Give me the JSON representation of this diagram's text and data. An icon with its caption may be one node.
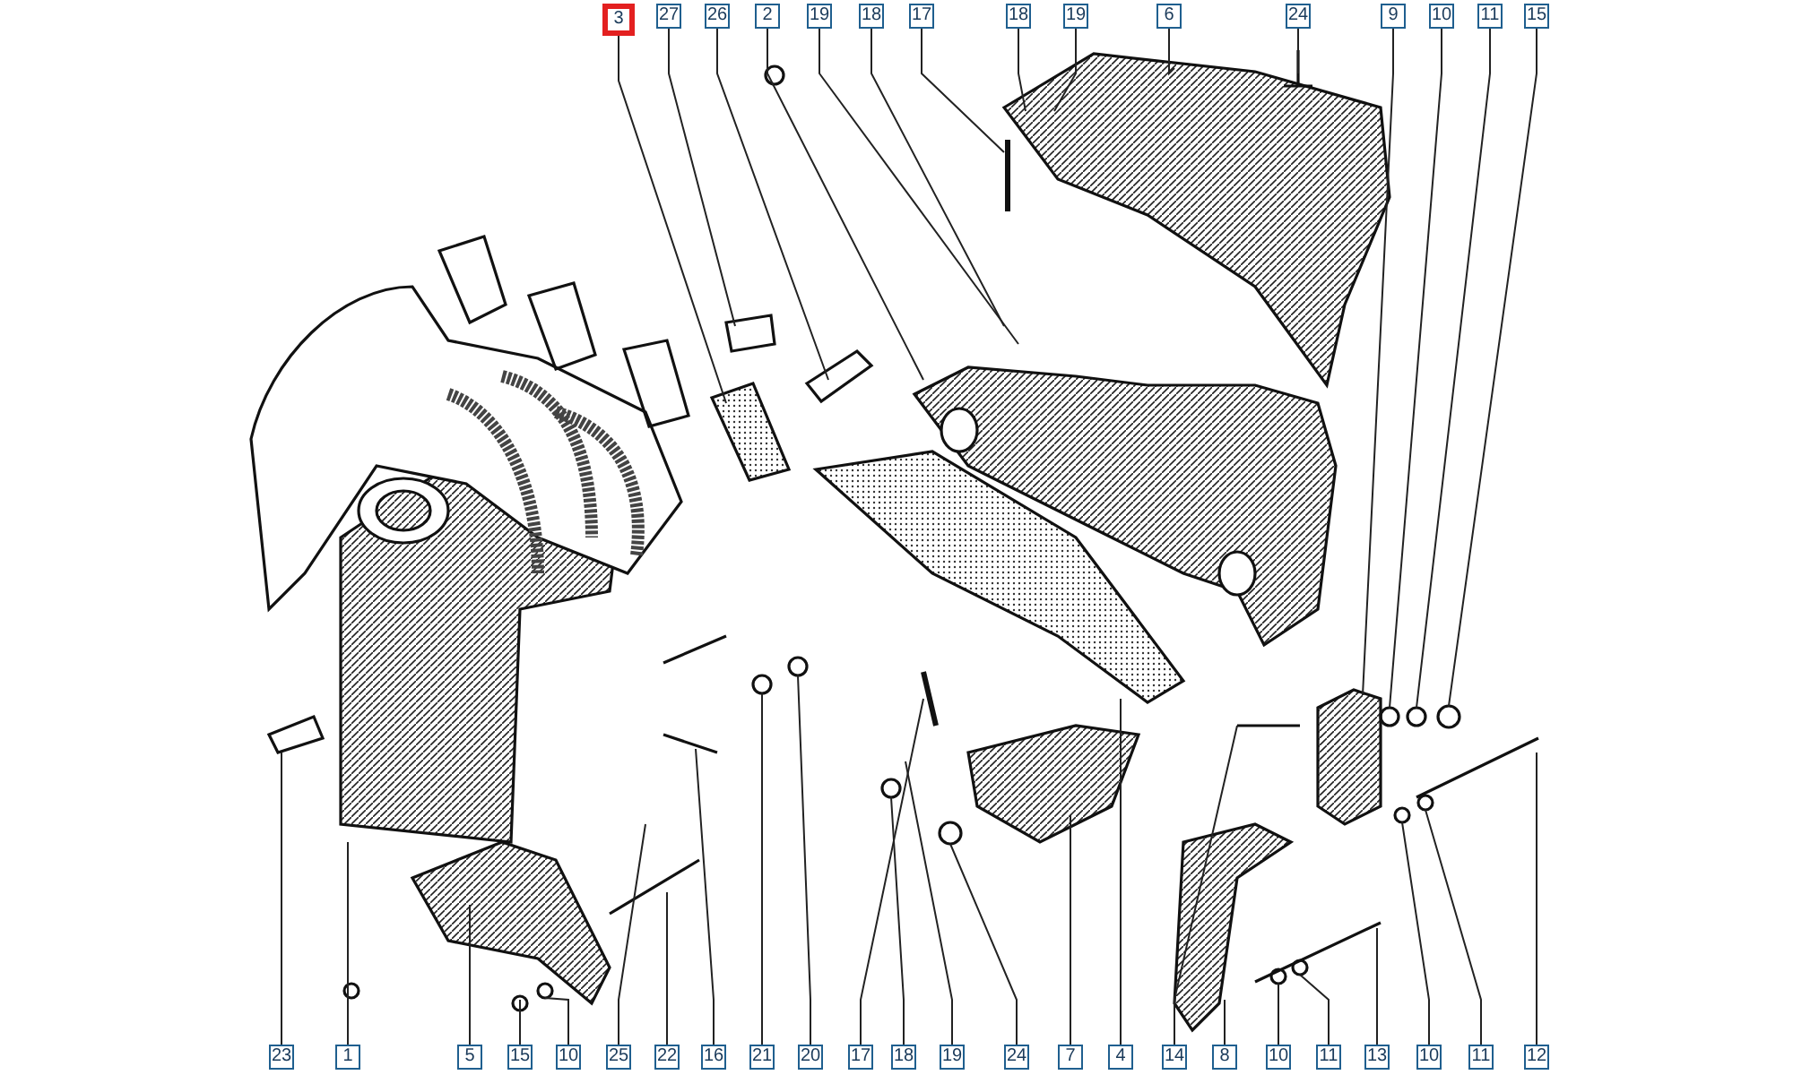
{
  "diagram": {
    "nodes": [
      {
        "text": [
          "3"
        ]
      },
      {
        "text": [
          "27"
        ]
      },
      {
        "text": [
          "26"
        ]
      },
      {
        "text": [
          "2"
        ]
      },
      {
        "text": [
          "19"
        ]
      },
      {
        "text": [
          "18"
        ]
      },
      {
        "text": [
          "17"
        ]
      },
      {
        "text": [
          "18"
        ]
      },
      {
        "text": [
          "19"
        ]
      },
      {
        "text": [
          "6"
        ]
      },
      {
        "text": [
          "24"
        ]
      },
      {
        "text": [
          "9"
        ]
      },
      {
        "text": [
          "10"
        ]
      },
      {
        "text": [
          "11"
        ]
      },
      {
        "text": [
          "15"
        ]
      },
      {
        "text": [
          "23"
        ]
      },
      {
        "text": [
          "1"
        ]
      },
      {
        "text": [
          "5"
        ]
      },
      {
        "text": [
          "15"
        ]
      },
      {
        "text": [
          "10"
        ]
      },
      {
        "text": [
          "25"
        ]
      },
      {
        "text": [
          "22"
        ]
      },
      {
        "text": [
          "16"
        ]
      },
      {
        "text": [
          "21"
        ]
      },
      {
        "text": [
          "20"
        ]
      },
      {
        "text": [
          "17"
        ]
      },
      {
        "text": [
          "18"
        ]
      },
      {
        "text": [
          "19"
        ]
      },
      {
        "text": [
          "24"
        ]
      },
      {
        "text": [
          "7"
        ]
      },
      {
        "text": [
          "4"
        ]
      },
      {
        "text": [
          "14"
        ]
      },
      {
        "text": [
          "8"
        ]
      },
      {
        "text": [
          "10"
        ]
      },
      {
        "text": [
          "11"
        ]
      },
      {
        "text": [
          "13"
        ]
      },
      {
        "text": [
          "10"
        ]
      },
      {
        "text": [
          "11"
        ]
      },
      {
        "text": [
          "12"
        ]
      }
    ],
    "edges": [
      {
        "from": 0,
        "to": null,
        "arrow": "none"
      },
      {
        "from": 1,
        "to": null,
        "arrow": "none"
      },
      {
        "from": 2,
        "to": null,
        "arrow": "none"
      },
      {
        "from": 3,
        "to": null,
        "arrow": "none"
      },
      {
        "from": 4,
        "to": null,
        "arrow": "none"
      },
      {
        "from": 5,
        "to": null,
        "arrow": "none"
      },
      {
        "from": 6,
        "to": null,
        "arrow": "none"
      },
      {
        "from": 7,
        "to": null,
        "arrow": "none"
      },
      {
        "from": 8,
        "to": null,
        "arrow": "none"
      },
      {
        "from": 9,
        "to": null,
        "arrow": "none"
      },
      {
        "from": 10,
        "to": null,
        "arrow": "none"
      },
      {
        "from": 11,
        "to": null,
        "arrow": "none"
      },
      {
        "from": 12,
        "to": null,
        "arrow": "none"
      },
      {
        "from": 13,
        "to": null,
        "arrow": "none"
      },
      {
        "from": 14,
        "to": null,
        "arrow": "none"
      },
      {
        "from": 15,
        "to": null,
        "arrow": "none"
      },
      {
        "from": 16,
        "to": null,
        "arrow": "none"
      },
      {
        "from": 17,
        "to": null,
        "arrow": "none"
      },
      {
        "from": 18,
        "to": null,
        "arrow": "none"
      },
      {
        "from": 19,
        "to": null,
        "arrow": "none"
      },
      {
        "from": 20,
        "to": null,
        "arrow": "none"
      },
      {
        "from": 21,
        "to": null,
        "arrow": "none"
      },
      {
        "from": 22,
        "to": null,
        "arrow": "none"
      },
      {
        "from": 23,
        "to": null,
        "arrow": "none"
      },
      {
        "from": 24,
        "to": null,
        "arrow": "none"
      },
      {
        "from": 25,
        "to": null,
        "arrow": "none"
      },
      {
        "from": 26,
        "to": null,
        "arrow": "none"
      },
      {
        "from": 27,
        "to": null,
        "arrow": "none"
      },
      {
        "from": 28,
        "to": null,
        "arrow": "none"
      },
      {
        "from": 29,
        "to": null,
        "arrow": "none"
      },
      {
        "from": 30,
        "to": null,
        "arrow": "none"
      },
      {
        "from": 31,
        "to": null,
        "arrow": "none"
      },
      {
        "from": 32,
        "to": null,
        "arrow": "none"
      },
      {
        "from": 33,
        "to": null,
        "arrow": "none"
      },
      {
        "from": 34,
        "to": null,
        "arrow": "none"
      },
      {
        "from": 35,
        "to": null,
        "arrow": "none"
      },
      {
        "from": 36,
        "to": null,
        "arrow": "none"
      },
      {
        "from": 37,
        "to": null,
        "arrow": "none"
      },
      {
        "from": 38,
        "to": null,
        "arrow": "none"
      }
    ]
  }
}
